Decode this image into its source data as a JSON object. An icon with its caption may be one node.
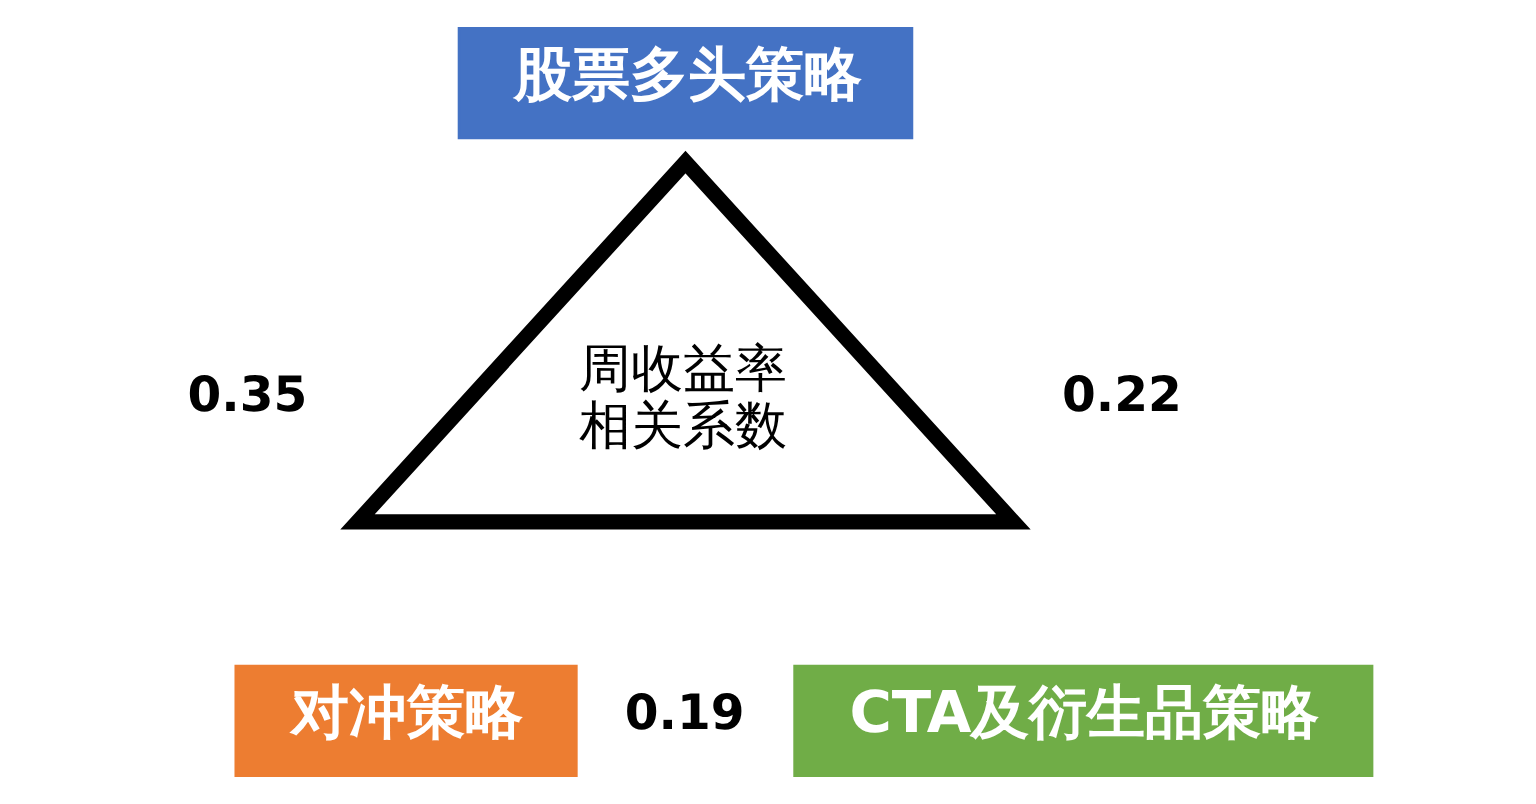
{
  "diagram": {
    "nodes": [
      {
        "text": [
          "股票多头策略"
        ]
      },
      {
        "text": [
          "周收益率相关系数"
        ]
      },
      {
        "text": [
          "对冲策略"
        ]
      },
      {
        "text": [
          "CTA及衍生品策略"
        ]
      }
    ],
    "labels": [
      "0.35",
      "0.22",
      "0.19"
    ]
  }
}
